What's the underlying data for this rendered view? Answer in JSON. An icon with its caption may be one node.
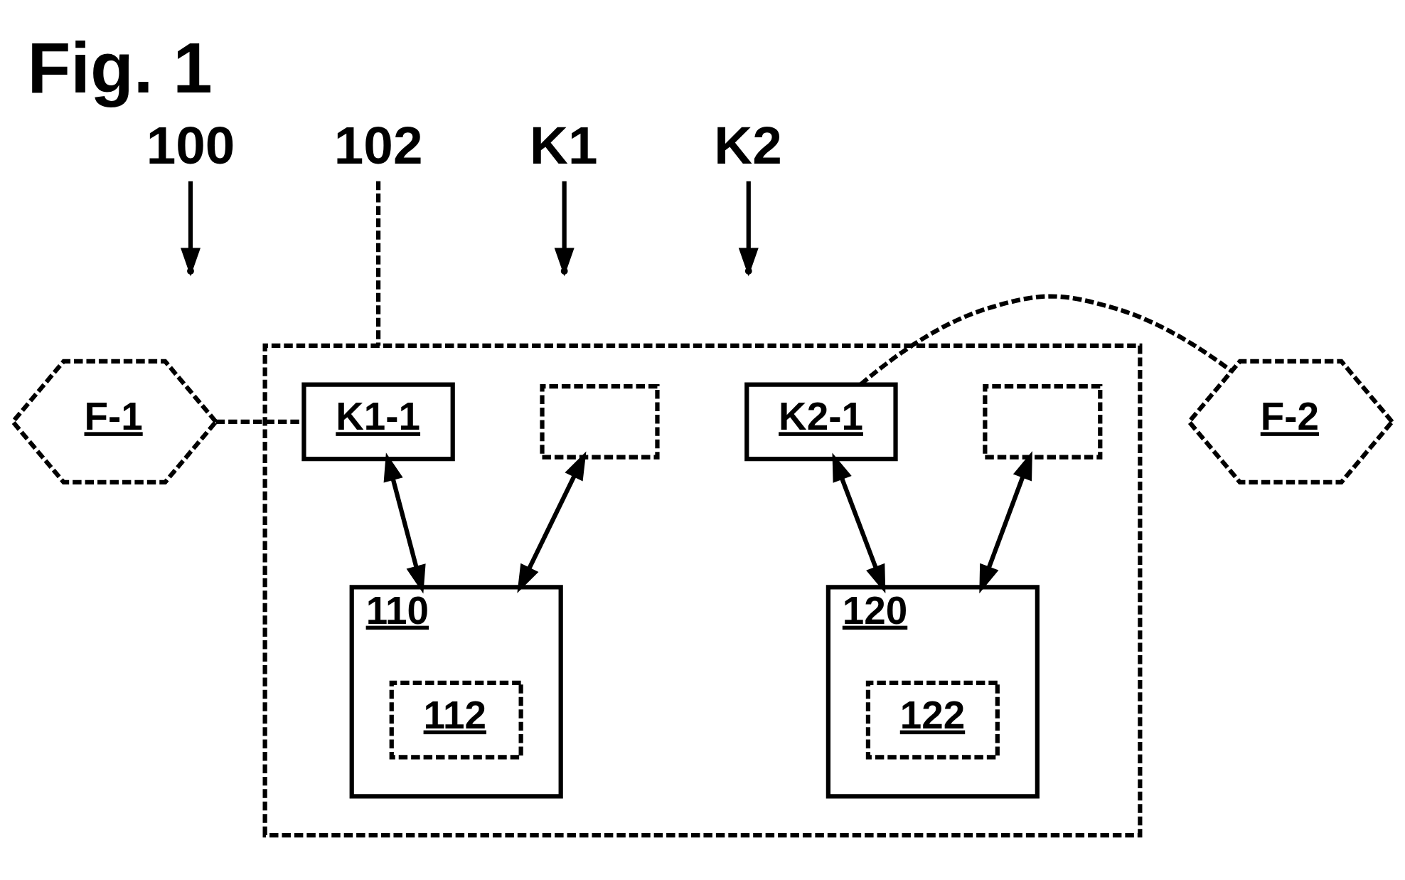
{
  "diagram": {
    "title": "Fig. 1",
    "nodes": [
      {
        "text": [
          "100"
        ]
      },
      {
        "text": [
          "K1"
        ]
      },
      {
        "text": [
          "K2"
        ]
      },
      {
        "text": [
          "102"
        ]
      },
      {
        "text": [],
        "shape": "box"
      },
      {
        "text": [
          "F-1"
        ]
      },
      {
        "text": [
          "K1-1"
        ],
        "in": 4
      },
      {
        "text": [],
        "shape": "box",
        "in": 4
      },
      {
        "text": [
          "K2-1"
        ],
        "in": 4
      },
      {
        "text": [],
        "shape": "box",
        "in": 4
      },
      {
        "text": [
          "F-2"
        ]
      },
      {
        "text": [
          "110"
        ],
        "in": 4
      },
      {
        "text": [
          "112"
        ],
        "in": 11
      },
      {
        "text": [
          "120"
        ],
        "in": 4
      },
      {
        "text": [
          "122"
        ],
        "in": 13
      }
    ],
    "edges": [
      {
        "from": 0,
        "to": null,
        "arrow": "to"
      },
      {
        "from": 1,
        "to": null,
        "arrow": "to"
      },
      {
        "from": 2,
        "to": null,
        "arrow": "to"
      },
      {
        "from": 3,
        "to": 4,
        "arrow": "none",
        "style": "dashed"
      },
      {
        "from": 5,
        "to": 6,
        "arrow": "none",
        "style": "dashed"
      },
      {
        "from": 6,
        "to": 11,
        "arrow": "both"
      },
      {
        "from": 7,
        "to": 11,
        "arrow": "both"
      },
      {
        "from": 8,
        "to": 10,
        "arrow": "none",
        "style": "dashed"
      },
      {
        "from": 8,
        "to": 13,
        "arrow": "both"
      },
      {
        "from": 9,
        "to": 13,
        "arrow": "both"
      }
    ]
  }
}
